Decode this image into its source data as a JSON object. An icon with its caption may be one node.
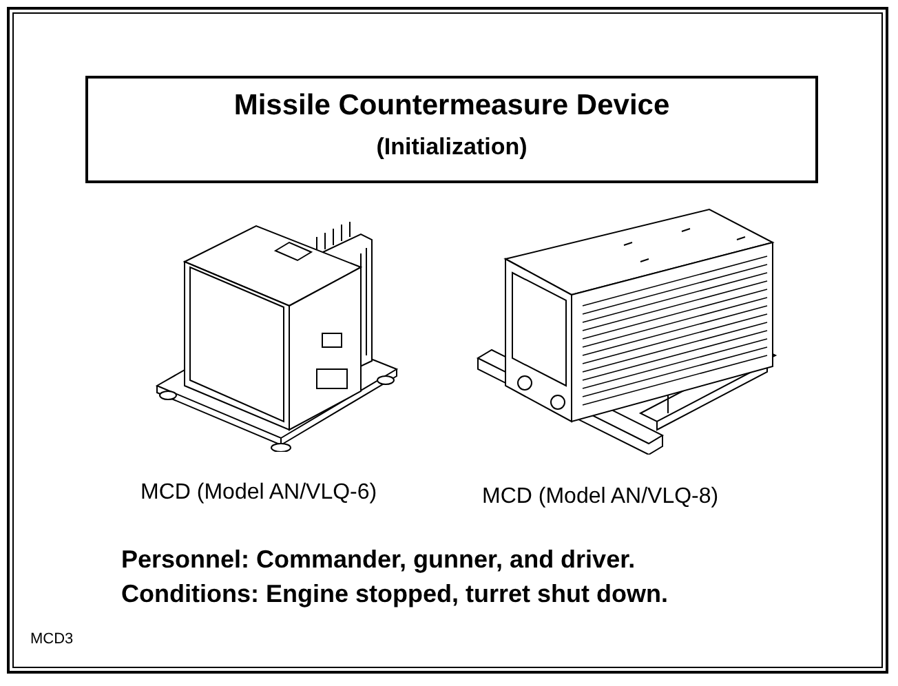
{
  "diagram": {
    "title": "Missile Countermeasure Device",
    "labels": [
      "(Initialization)",
      "MCD (Model AN/VLQ-6)",
      "MCD (Model AN/VLQ-8)",
      "Personnel: Commander, gunner, and driver.",
      "Conditions: Engine stopped, turret shut down.",
      "MCD3"
    ]
  }
}
